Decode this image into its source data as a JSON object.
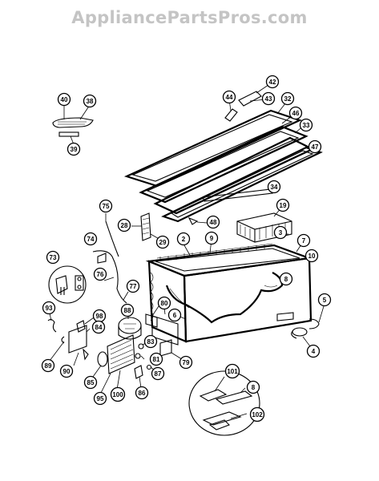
{
  "watermark": "AppliancePartsPros.com",
  "callouts": [
    {
      "id": "c40",
      "label": "40"
    },
    {
      "id": "c38",
      "label": "38"
    },
    {
      "id": "c39",
      "label": "39"
    },
    {
      "id": "c42",
      "label": "42"
    },
    {
      "id": "c44",
      "label": "44"
    },
    {
      "id": "c43",
      "label": "43"
    },
    {
      "id": "c32",
      "label": "32"
    },
    {
      "id": "c46",
      "label": "46"
    },
    {
      "id": "c33",
      "label": "33"
    },
    {
      "id": "c47",
      "label": "47"
    },
    {
      "id": "c34",
      "label": "34"
    },
    {
      "id": "c75",
      "label": "75"
    },
    {
      "id": "c19",
      "label": "19"
    },
    {
      "id": "c28",
      "label": "28"
    },
    {
      "id": "c48",
      "label": "48"
    },
    {
      "id": "c3",
      "label": "3"
    },
    {
      "id": "c74",
      "label": "74"
    },
    {
      "id": "c29",
      "label": "29"
    },
    {
      "id": "c2",
      "label": "2"
    },
    {
      "id": "c9",
      "label": "9"
    },
    {
      "id": "c7",
      "label": "7"
    },
    {
      "id": "c10",
      "label": "10"
    },
    {
      "id": "c73",
      "label": "73"
    },
    {
      "id": "c76",
      "label": "76"
    },
    {
      "id": "c8a",
      "label": "8"
    },
    {
      "id": "c77",
      "label": "77"
    },
    {
      "id": "c80",
      "label": "80"
    },
    {
      "id": "c93",
      "label": "93"
    },
    {
      "id": "c98",
      "label": "98"
    },
    {
      "id": "c88",
      "label": "88"
    },
    {
      "id": "c6",
      "label": "6"
    },
    {
      "id": "c5",
      "label": "5"
    },
    {
      "id": "c84",
      "label": "84"
    },
    {
      "id": "c83",
      "label": "83"
    },
    {
      "id": "c4",
      "label": "4"
    },
    {
      "id": "c81",
      "label": "81"
    },
    {
      "id": "c89",
      "label": "89"
    },
    {
      "id": "c90",
      "label": "90"
    },
    {
      "id": "c79",
      "label": "79"
    },
    {
      "id": "c87",
      "label": "87"
    },
    {
      "id": "c101",
      "label": "101"
    },
    {
      "id": "c85",
      "label": "85"
    },
    {
      "id": "c8b",
      "label": "8"
    },
    {
      "id": "c86",
      "label": "86"
    },
    {
      "id": "c95",
      "label": "95"
    },
    {
      "id": "c100",
      "label": "100"
    },
    {
      "id": "c102",
      "label": "102"
    }
  ]
}
